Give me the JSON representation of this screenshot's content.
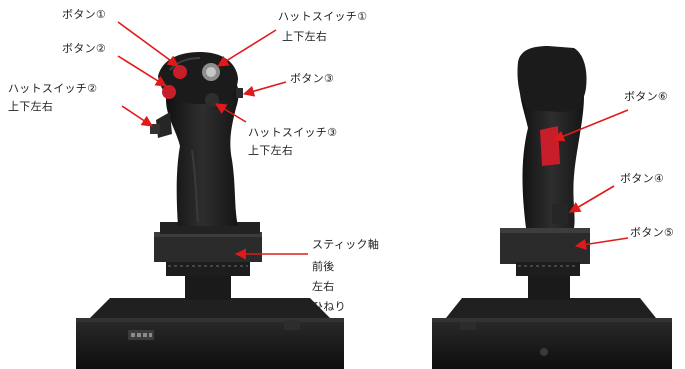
{
  "colors": {
    "arrow": "#e01a1a",
    "joystick_body": "#1c1c1c",
    "button_red": "#c81e2a",
    "label_text": "#222222"
  },
  "labels": {
    "button1": "ボタン①",
    "button2": "ボタン②",
    "hat1": "ハットスイッチ①",
    "hat1_dir": "上下左右",
    "hat2": "ハットスイッチ②",
    "hat2_dir": "上下左右",
    "button3": "ボタン③",
    "hat3": "ハットスイッチ③",
    "hat3_dir": "上下左右",
    "stick_axis": "スティック軸",
    "axis_pitch": "前後",
    "axis_roll": "左右",
    "axis_twist": "ひねり",
    "button6": "ボタン⑥",
    "button4": "ボタン④",
    "button5": "ボタン⑤"
  }
}
